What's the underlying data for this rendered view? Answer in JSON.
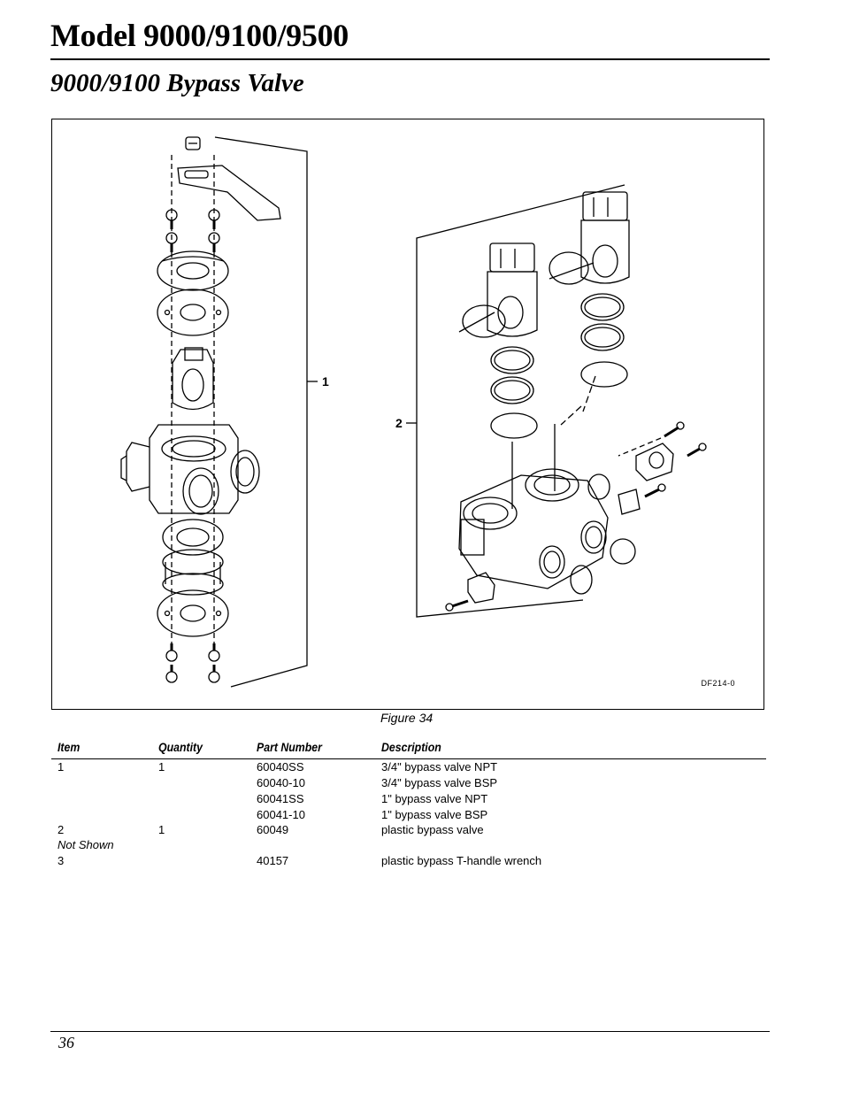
{
  "header": {
    "title": "Model 9000/9100/9500",
    "subtitle": "9000/9100 Bypass Valve"
  },
  "figure": {
    "callout_1": "1",
    "callout_2": "2",
    "code": "DF214-0",
    "caption": "Figure 34"
  },
  "table": {
    "headers": {
      "item": "Item",
      "quantity": "Quantity",
      "part_number": "Part Number",
      "description": "Description"
    },
    "rows": [
      {
        "item": "1",
        "quantity": "1",
        "part_number": "60040SS",
        "description": "3/4\" bypass valve NPT"
      },
      {
        "item": "",
        "quantity": "",
        "part_number": "60040-10",
        "description": "3/4\" bypass valve BSP"
      },
      {
        "item": "",
        "quantity": "",
        "part_number": "60041SS",
        "description": "1\" bypass valve NPT"
      },
      {
        "item": "",
        "quantity": "",
        "part_number": "60041-10",
        "description": "1\" bypass valve BSP"
      },
      {
        "item": "2",
        "quantity": "1",
        "part_number": "60049",
        "description": "plastic bypass valve"
      },
      {
        "item": "Not Shown",
        "quantity": "",
        "part_number": "",
        "description": ""
      },
      {
        "item": "3",
        "quantity": "",
        "part_number": "40157",
        "description": "plastic bypass T-handle wrench"
      }
    ]
  },
  "footer": {
    "page_number": "36"
  }
}
